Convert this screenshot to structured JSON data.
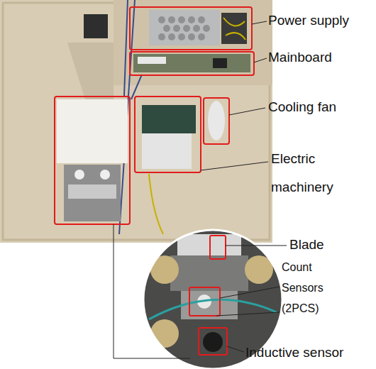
{
  "diagram": {
    "labels": [
      "Power supply",
      "Mainboard",
      "Cooling fan",
      "Electric machinery",
      "Blade",
      "Count Sensors (2PCS)",
      "Inductive sensor"
    ]
  }
}
